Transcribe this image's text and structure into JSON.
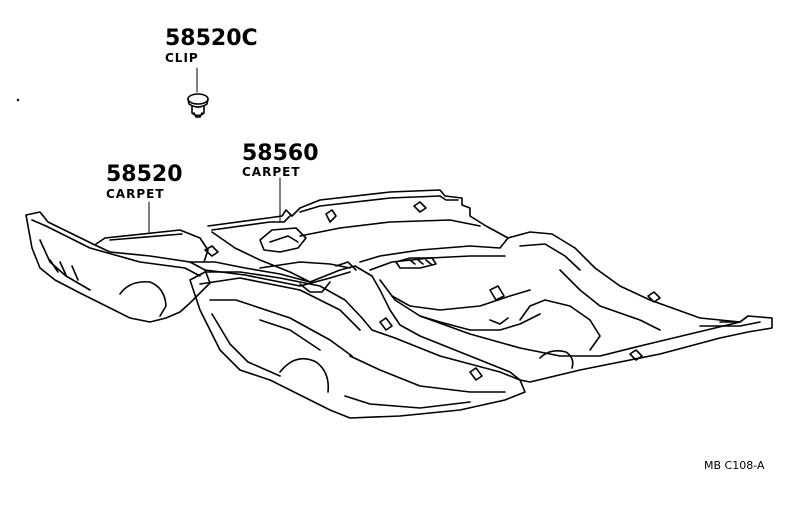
{
  "callouts": {
    "clip": {
      "part_number": "58520C",
      "name": "CLIP"
    },
    "front_carpet": {
      "part_number": "58520",
      "name": "CARPET"
    },
    "rear_carpet": {
      "part_number": "58560",
      "name": "CARPET"
    }
  },
  "reference_code": "MB  C108-A",
  "colors": {
    "ink": "#000000",
    "paper": "#ffffff"
  }
}
